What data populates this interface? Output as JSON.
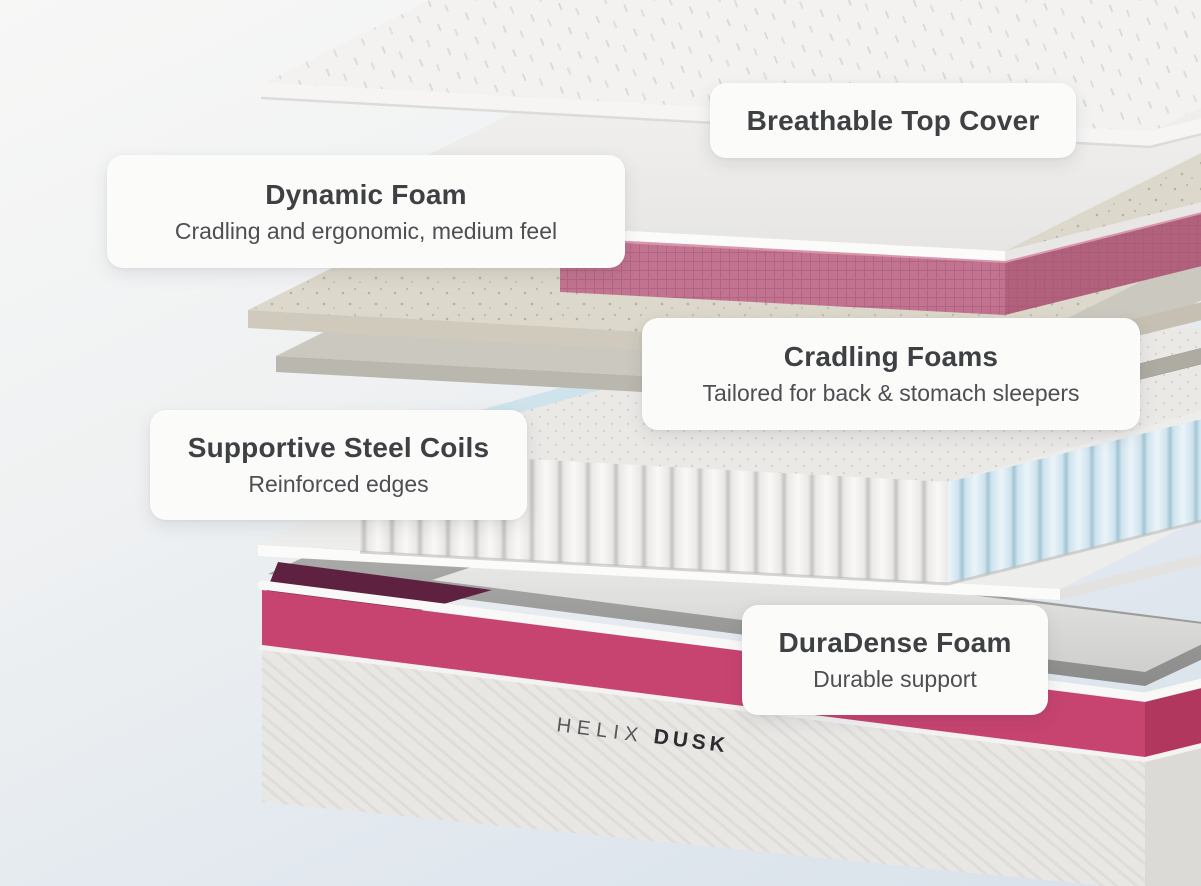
{
  "product": {
    "brand": "HELIX",
    "model": "DUSK"
  },
  "callouts": [
    {
      "id": "breathable-top-cover",
      "title": "Breathable Top Cover",
      "subtitle": ""
    },
    {
      "id": "dynamic-foam",
      "title": "Dynamic Foam",
      "subtitle": "Cradling and ergonomic, medium feel"
    },
    {
      "id": "cradling-foams",
      "title": "Cradling Foams",
      "subtitle": "Tailored for back & stomach sleepers"
    },
    {
      "id": "supportive-steel-coils",
      "title": "Supportive Steel Coils",
      "subtitle": "Reinforced edges"
    },
    {
      "id": "duradense-foam",
      "title": "DuraDense Foam",
      "subtitle": "Durable support"
    }
  ],
  "colors": {
    "pink_foam": "#c2738f",
    "pink_foam_side": "#b2617c",
    "accent_band": "#c74370",
    "accent_band_side": "#b2375f",
    "edge_coil_blue": "#cfe3ec",
    "base_interior_maroon": "#5e2140",
    "label_text": "#3e4043",
    "background_top": "#f7f7f6",
    "background_bottom": "#d8e1ea"
  }
}
